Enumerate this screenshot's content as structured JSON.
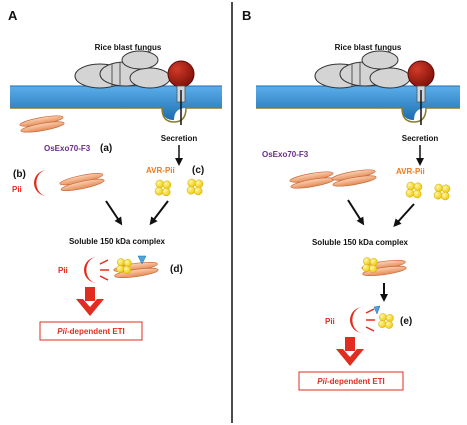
{
  "panels": [
    {
      "id": "A",
      "letter": "A",
      "fungus_label": "Rice blast fungus",
      "secretion_label": "Secretion",
      "exo_label": "OsExo70-F3",
      "exo_marker": "(a)",
      "pii_label": "Pii",
      "pii_marker": "(b)",
      "avr_label": "AVR-Pii",
      "avr_marker": "(c)",
      "complex_label": "Soluble 150 kDa complex",
      "complex_pii_label": "Pii",
      "complex_marker": "(d)",
      "eti_label_italic": "Pii",
      "eti_label_rest": "-dependent ETI"
    },
    {
      "id": "B",
      "letter": "B",
      "fungus_label": "Rice blast fungus",
      "secretion_label": "Secretion",
      "exo_label": "OsExo70-F3",
      "avr_label": "AVR-Pii",
      "complex_label": "Soluble 150 kDa complex",
      "complex_pii_label": "Pii",
      "complex_marker": "(e)",
      "eti_label_italic": "Pii",
      "eti_label_rest": "-dependent ETI"
    }
  ],
  "colors": {
    "membrane": "#2f8fd6",
    "membrane_dark": "#1f6eb0",
    "fungus_body": "#d4d4d4",
    "fungus_head": "#9e1a10",
    "exo": "#f0a274",
    "exo_dark": "#c96a3a",
    "pii": "#e02d1f",
    "avr": "#f4d21c",
    "avr_dark": "#c9a700",
    "exo_text": "#6c2a8a",
    "pii_text": "#e02d1f",
    "avr_text": "#ef7a1a",
    "eti_text": "#e02d1f",
    "arrow": "#111111",
    "eti_arrow": "#e02d1f",
    "divider": "#111111"
  },
  "icons": [
    "fungus-icon",
    "membrane-icon",
    "exo70-protein-icon",
    "pii-receptor-icon",
    "avr-effector-icon",
    "arrow-icon"
  ]
}
